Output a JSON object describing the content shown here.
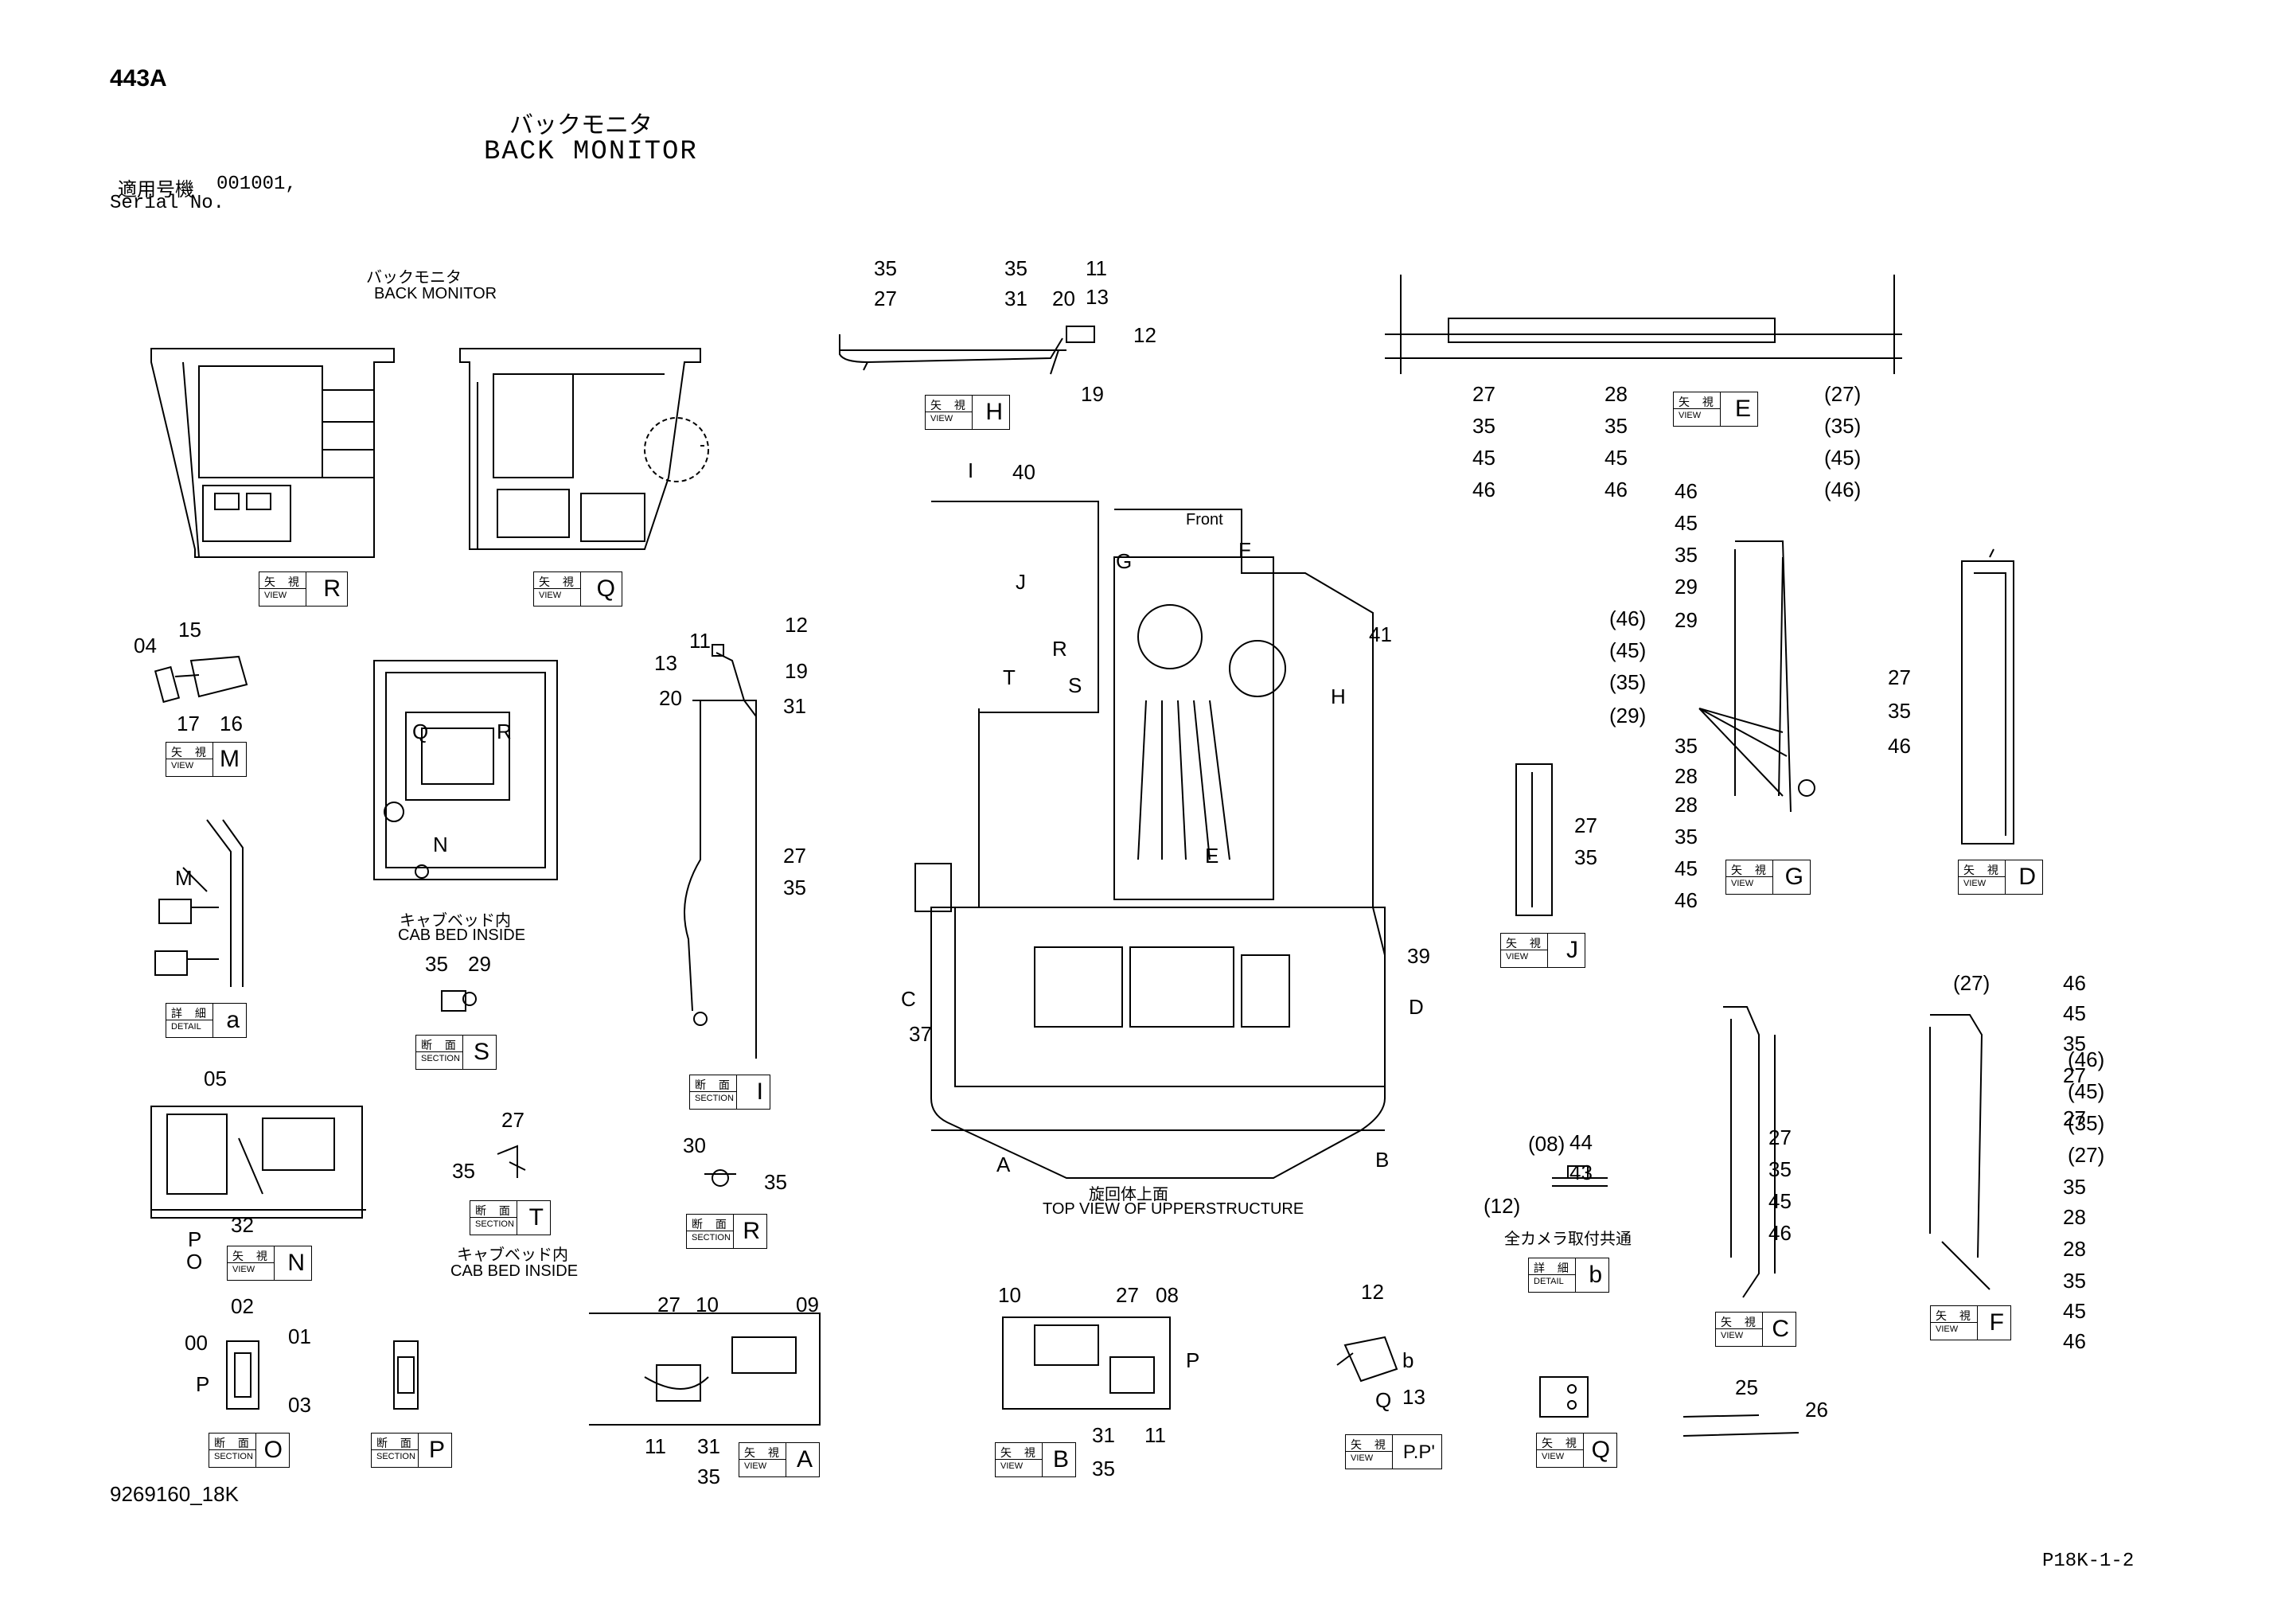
{
  "header": {
    "code": "443A",
    "title_jp": "バックモニタ",
    "title_en": "BACK MONITOR",
    "serial_jp": "適用号機",
    "serial_value": "001001,",
    "serial_en": "Serial No."
  },
  "footer": {
    "drawing_no": "9269160_18K",
    "page": "P18K-1-2"
  },
  "captions": {
    "back_monitor_jp": "バックモニタ",
    "back_monitor_en": "BACK MONITOR",
    "cab_bed_jp": "キャブベッド内",
    "cab_bed_en": "CAB BED INSIDE",
    "cab_bed_jp2": "キャブベッド内",
    "cab_bed_en2": "CAB BED INSIDE",
    "top_view_jp": "旋回体上面",
    "top_view_en": "TOP VIEW OF UPPERSTRUCTURE",
    "all_camera_jp": "全カメラ取付共通",
    "front": "Front"
  },
  "view_boxes": {
    "view_k1": "矢 視",
    "view_k2": "VIEW",
    "section_k1": "断 面",
    "section_k2": "SECTION",
    "detail_k1": "詳 細",
    "detail_k2": "DETAIL",
    "R": "R",
    "Q": "Q",
    "M": "M",
    "a": "a",
    "S": "S",
    "I": "I",
    "T": "T",
    "N": "N",
    "O": "O",
    "P": "P",
    "A": "A",
    "B": "B",
    "PP": "P.P'",
    "Q2": "Q",
    "H": "H",
    "E": "E",
    "G": "G",
    "D": "D",
    "J": "J",
    "b": "b",
    "C": "C",
    "F": "F",
    "R2": "R"
  },
  "part_labels": [
    {
      "t": "35"
    },
    {
      "t": "27"
    },
    {
      "t": "35"
    },
    {
      "t": "31"
    },
    {
      "t": "11"
    },
    {
      "t": "13"
    },
    {
      "t": "20"
    },
    {
      "t": "12"
    },
    {
      "t": "19"
    },
    {
      "t": "27"
    },
    {
      "t": "35"
    },
    {
      "t": "45"
    },
    {
      "t": "46"
    },
    {
      "t": "28"
    },
    {
      "t": "35"
    },
    {
      "t": "45"
    },
    {
      "t": "46"
    },
    {
      "t": "(27)"
    },
    {
      "t": "(35)"
    },
    {
      "t": "(45)"
    },
    {
      "t": "(46)"
    },
    {
      "t": "40"
    },
    {
      "t": "41"
    },
    {
      "t": "39"
    },
    {
      "t": "37"
    },
    {
      "t": "11"
    },
    {
      "t": "12"
    },
    {
      "t": "13"
    },
    {
      "t": "19"
    },
    {
      "t": "20"
    },
    {
      "t": "31"
    },
    {
      "t": "27"
    },
    {
      "t": "35"
    },
    {
      "t": "04"
    },
    {
      "t": "15"
    },
    {
      "t": "17"
    },
    {
      "t": "16"
    },
    {
      "t": "35"
    },
    {
      "t": "29"
    },
    {
      "t": "05"
    },
    {
      "t": "32"
    },
    {
      "t": "27"
    },
    {
      "t": "35"
    },
    {
      "t": "30"
    },
    {
      "t": "35"
    },
    {
      "t": "02"
    },
    {
      "t": "00"
    },
    {
      "t": "01"
    },
    {
      "t": "03"
    },
    {
      "t": "27"
    },
    {
      "t": "10"
    },
    {
      "t": "09"
    },
    {
      "t": "11"
    },
    {
      "t": "31"
    },
    {
      "t": "35"
    },
    {
      "t": "10"
    },
    {
      "t": "27"
    },
    {
      "t": "08"
    },
    {
      "t": "31"
    },
    {
      "t": "11"
    },
    {
      "t": "35"
    },
    {
      "t": "12"
    },
    {
      "t": "13"
    },
    {
      "t": "25"
    },
    {
      "t": "26"
    },
    {
      "t": "(08)"
    },
    {
      "t": "44"
    },
    {
      "t": "43"
    },
    {
      "t": "(12)"
    },
    {
      "t": "46"
    },
    {
      "t": "45"
    },
    {
      "t": "35"
    },
    {
      "t": "29"
    },
    {
      "t": "29"
    },
    {
      "t": "(46)"
    },
    {
      "t": "(45)"
    },
    {
      "t": "(35)"
    },
    {
      "t": "(29)"
    },
    {
      "t": "35"
    },
    {
      "t": "28"
    },
    {
      "t": "28"
    },
    {
      "t": "35"
    },
    {
      "t": "45"
    },
    {
      "t": "46"
    },
    {
      "t": "27"
    },
    {
      "t": "35"
    },
    {
      "t": "46"
    },
    {
      "t": "27"
    },
    {
      "t": "35"
    },
    {
      "t": "27"
    },
    {
      "t": "35"
    },
    {
      "t": "45"
    },
    {
      "t": "46"
    },
    {
      "t": "(27)"
    },
    {
      "t": "46"
    },
    {
      "t": "45"
    },
    {
      "t": "35"
    },
    {
      "t": "27"
    },
    {
      "t": "27"
    },
    {
      "t": "(46)"
    },
    {
      "t": "(45)"
    },
    {
      "t": "(35)"
    },
    {
      "t": "(27)"
    },
    {
      "t": "35"
    },
    {
      "t": "28"
    },
    {
      "t": "28"
    },
    {
      "t": "35"
    },
    {
      "t": "45"
    },
    {
      "t": "46"
    },
    {
      "t": "I"
    },
    {
      "t": "J"
    },
    {
      "t": "G"
    },
    {
      "t": "F"
    },
    {
      "t": "H"
    },
    {
      "t": "T"
    },
    {
      "t": "R"
    },
    {
      "t": "S"
    },
    {
      "t": "E"
    },
    {
      "t": "C"
    },
    {
      "t": "D"
    },
    {
      "t": "A"
    },
    {
      "t": "B"
    },
    {
      "t": "Q"
    },
    {
      "t": "R"
    },
    {
      "t": "N"
    },
    {
      "t": "M"
    },
    {
      "t": "P"
    },
    {
      "t": "O"
    },
    {
      "t": "P"
    },
    {
      "t": "P"
    },
    {
      "t": "Q"
    },
    {
      "t": "b"
    }
  ]
}
